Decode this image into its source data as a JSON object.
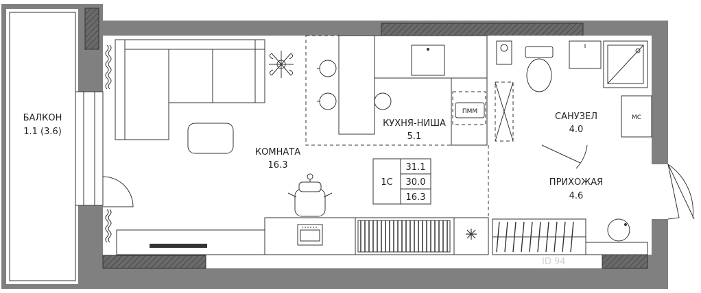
{
  "rooms": {
    "balcony": {
      "name": "БАЛКОН",
      "area": "1.1 (3.6)"
    },
    "room": {
      "name": "КОМНАТА",
      "area": "16.3"
    },
    "kitchen": {
      "name": "КУХНЯ-НИША",
      "area": "5.1"
    },
    "bathroom": {
      "name": "САНУЗЕЛ",
      "area": "4.0"
    },
    "hallway": {
      "name": "ПРИХОЖАЯ",
      "area": "4.6"
    }
  },
  "summary": {
    "type": "1С",
    "total": "31.1",
    "living_total": "30.0",
    "living": "16.3"
  },
  "labels": {
    "dishwasher": "ПММ",
    "ms": "МС",
    "watermark": "ID 94"
  },
  "colors": {
    "wall": "#808080",
    "wall_dark": "#5a5a5a",
    "line": "#333333",
    "background": "#ffffff"
  }
}
